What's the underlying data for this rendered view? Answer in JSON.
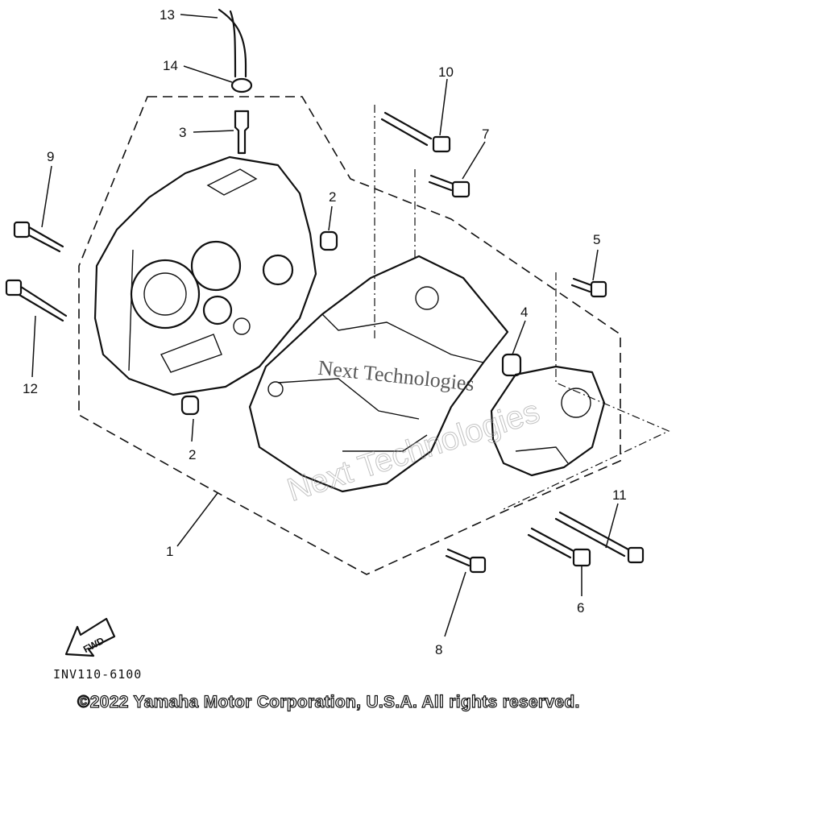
{
  "callouts": [
    {
      "id": "1",
      "text": "1"
    },
    {
      "id": "2a",
      "text": "2"
    },
    {
      "id": "2b",
      "text": "2"
    },
    {
      "id": "3",
      "text": "3"
    },
    {
      "id": "4",
      "text": "4"
    },
    {
      "id": "5",
      "text": "5"
    },
    {
      "id": "6",
      "text": "6"
    },
    {
      "id": "7",
      "text": "7"
    },
    {
      "id": "8",
      "text": "8"
    },
    {
      "id": "9",
      "text": "9"
    },
    {
      "id": "10",
      "text": "10"
    },
    {
      "id": "11",
      "text": "11"
    },
    {
      "id": "12",
      "text": "12"
    },
    {
      "id": "13",
      "text": "13"
    },
    {
      "id": "14",
      "text": "14"
    }
  ],
  "fwd_arrow": {
    "text": "FWD"
  },
  "reference_code": "INV110-6100",
  "copyright": "©2022 Yamaha Motor Corporation, U.S.A. All rights reserved.",
  "watermark": {
    "text": "Next Technologies"
  }
}
